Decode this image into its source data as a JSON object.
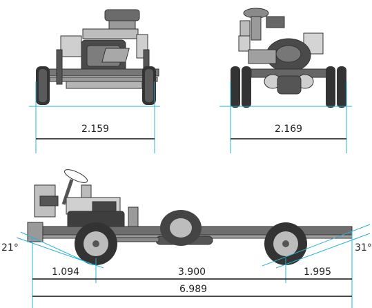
{
  "front_view": {
    "track_width": "2.159"
  },
  "rear_view": {
    "track_width": "2.169"
  },
  "side_view": {
    "approach_angle": "21°",
    "departure_angle": "31°",
    "front_overhang": "1.094",
    "wheelbase": "3.900",
    "rear_overhang": "1.995",
    "overall_length": "6.989"
  },
  "colors": {
    "guide_line": "#2ab3d6",
    "dimension_line": "#111111",
    "body_dark": "#3a3a3a",
    "body_mid": "#8a8a8a",
    "body_light": "#c9c9c9"
  }
}
